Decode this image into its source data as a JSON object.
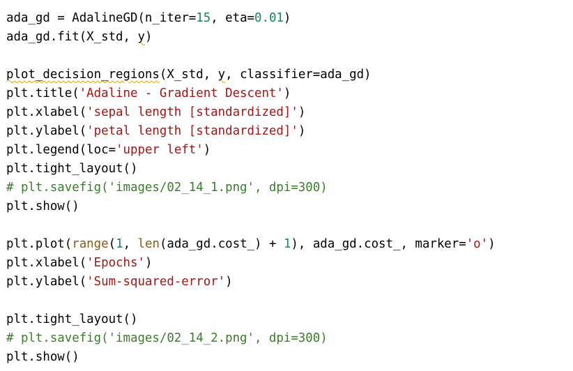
{
  "lines": [
    {
      "segments": [
        {
          "t": "ada_gd = AdalineGD(n_iter="
        },
        {
          "t": "15",
          "c": "num"
        },
        {
          "t": ", eta="
        },
        {
          "t": "0.01",
          "c": "num"
        },
        {
          "t": ")"
        }
      ]
    },
    {
      "segments": [
        {
          "t": "ada_gd.fit(X_std, "
        },
        {
          "t": "y",
          "c": "squiggle"
        },
        {
          "t": ")"
        }
      ]
    },
    {
      "blank": true
    },
    {
      "segments": [
        {
          "t": "plot_decision_regions",
          "c": "squiggle"
        },
        {
          "t": "(X_std, "
        },
        {
          "t": "y",
          "c": "squiggle"
        },
        {
          "t": ", classifier=ada_gd)"
        }
      ]
    },
    {
      "segments": [
        {
          "t": "plt.title("
        },
        {
          "t": "'Adaline - Gradient Descent'",
          "c": "str"
        },
        {
          "t": ")"
        }
      ]
    },
    {
      "segments": [
        {
          "t": "plt.xlabel("
        },
        {
          "t": "'sepal length [standardized]'",
          "c": "str"
        },
        {
          "t": ")"
        }
      ]
    },
    {
      "segments": [
        {
          "t": "plt.ylabel("
        },
        {
          "t": "'petal length [standardized]'",
          "c": "str"
        },
        {
          "t": ")"
        }
      ]
    },
    {
      "segments": [
        {
          "t": "plt.legend(loc="
        },
        {
          "t": "'upper left'",
          "c": "str"
        },
        {
          "t": ")"
        }
      ]
    },
    {
      "segments": [
        {
          "t": "plt.tight_layout()"
        }
      ]
    },
    {
      "segments": [
        {
          "t": "# plt.savefig('images/02_14_1.png', dpi=300)",
          "c": "cmt"
        }
      ]
    },
    {
      "segments": [
        {
          "t": "plt.show()"
        }
      ]
    },
    {
      "blank": true
    },
    {
      "segments": [
        {
          "t": "plt.plot("
        },
        {
          "t": "range",
          "c": "builtin"
        },
        {
          "t": "("
        },
        {
          "t": "1",
          "c": "num"
        },
        {
          "t": ", "
        },
        {
          "t": "len",
          "c": "builtin"
        },
        {
          "t": "(ada_gd.cost_) + "
        },
        {
          "t": "1",
          "c": "num"
        },
        {
          "t": "), ada_gd.cost_, marker="
        },
        {
          "t": "'o'",
          "c": "str"
        },
        {
          "t": ")"
        }
      ]
    },
    {
      "segments": [
        {
          "t": "plt.xlabel("
        },
        {
          "t": "'Epochs'",
          "c": "str"
        },
        {
          "t": ")"
        }
      ]
    },
    {
      "segments": [
        {
          "t": "plt.ylabel("
        },
        {
          "t": "'Sum-squared-error'",
          "c": "str"
        },
        {
          "t": ")"
        }
      ]
    },
    {
      "blank": true
    },
    {
      "segments": [
        {
          "t": "plt.tight_layout()"
        }
      ]
    },
    {
      "segments": [
        {
          "t": "# plt.savefig('images/02_14_2.png', dpi=300)",
          "c": "cmt"
        }
      ]
    },
    {
      "segments": [
        {
          "t": "plt.show()"
        }
      ]
    }
  ]
}
